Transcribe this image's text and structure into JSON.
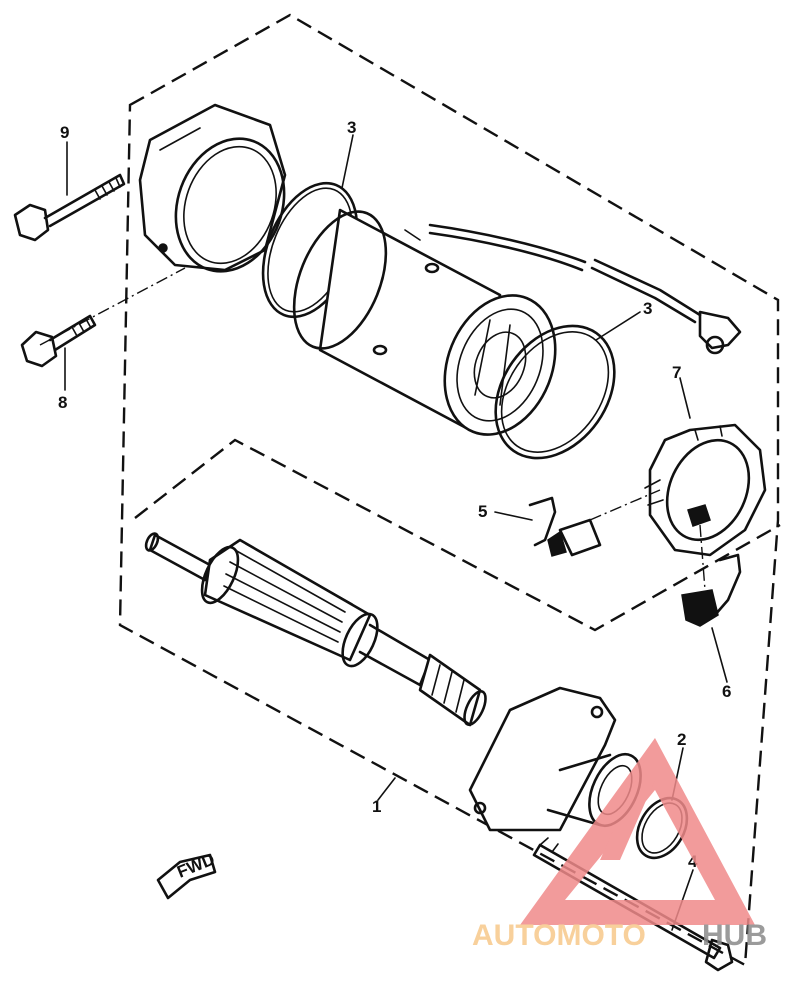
{
  "diagram": {
    "part_numbers": [
      "1",
      "2",
      "3",
      "3",
      "4",
      "5",
      "6",
      "7",
      "8",
      "9"
    ],
    "direction_marker": "FWD"
  },
  "watermark": {
    "brand_left": "AUTOMOTO",
    "brand_right": "HUB",
    "colors": {
      "triangle": "#f08a8a",
      "left_text": "#f7c88a",
      "right_text": "#8a8a8a"
    }
  }
}
